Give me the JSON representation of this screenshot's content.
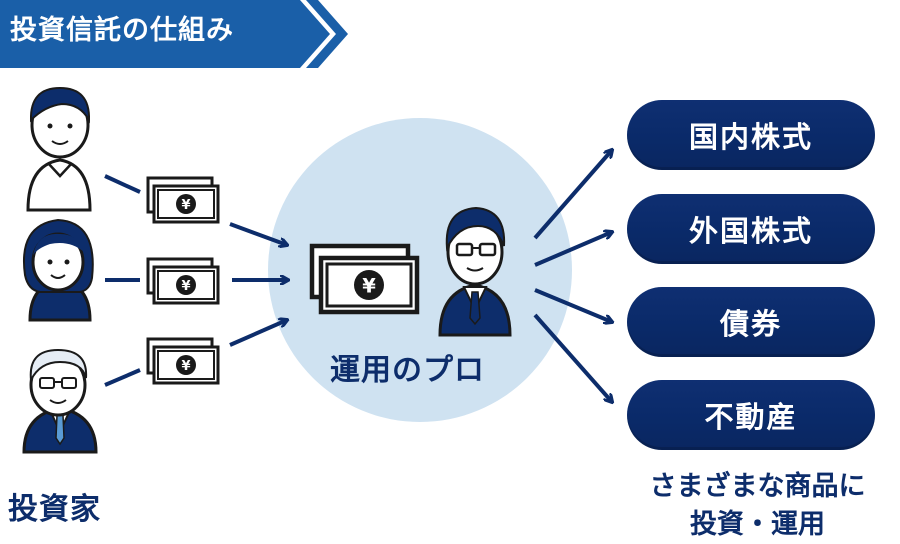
{
  "header": {
    "title": "投資信託の仕組み"
  },
  "investors": {
    "label": "投資家"
  },
  "center": {
    "label": "運用のプロ"
  },
  "products": [
    {
      "label": "国内株式"
    },
    {
      "label": "外国株式"
    },
    {
      "label": "債券"
    },
    {
      "label": "不動産"
    }
  ],
  "caption": {
    "line1": "さまざまな商品に",
    "line2": "投資・運用"
  },
  "colors": {
    "navy": "#0d2d6b",
    "banner": "#1a5fa8",
    "circle": "#cfe2f1"
  }
}
